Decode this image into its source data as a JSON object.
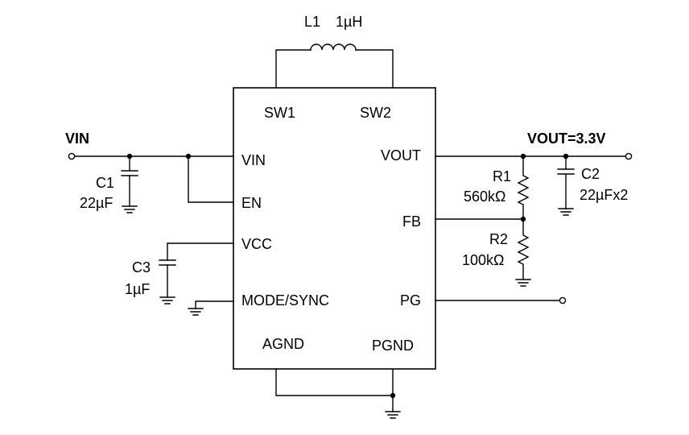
{
  "inductor": {
    "ref": "L1",
    "value": "1µH"
  },
  "chip": {
    "pins": {
      "sw1": "SW1",
      "sw2": "SW2",
      "vin": "VIN",
      "en": "EN",
      "vcc": "VCC",
      "mode_sync": "MODE/SYNC",
      "agnd": "AGND",
      "vout": "VOUT",
      "fb": "FB",
      "pg": "PG",
      "pgnd": "PGND"
    }
  },
  "nets": {
    "vin": "VIN",
    "vout": "VOUT=3.3V"
  },
  "components": {
    "c1": {
      "ref": "C1",
      "value": "22µF"
    },
    "c2": {
      "ref": "C2",
      "value": "22µFx2"
    },
    "c3": {
      "ref": "C3",
      "value": "1µF"
    },
    "r1": {
      "ref": "R1",
      "value": "560kΩ"
    },
    "r2": {
      "ref": "R2",
      "value": "100kΩ"
    }
  }
}
